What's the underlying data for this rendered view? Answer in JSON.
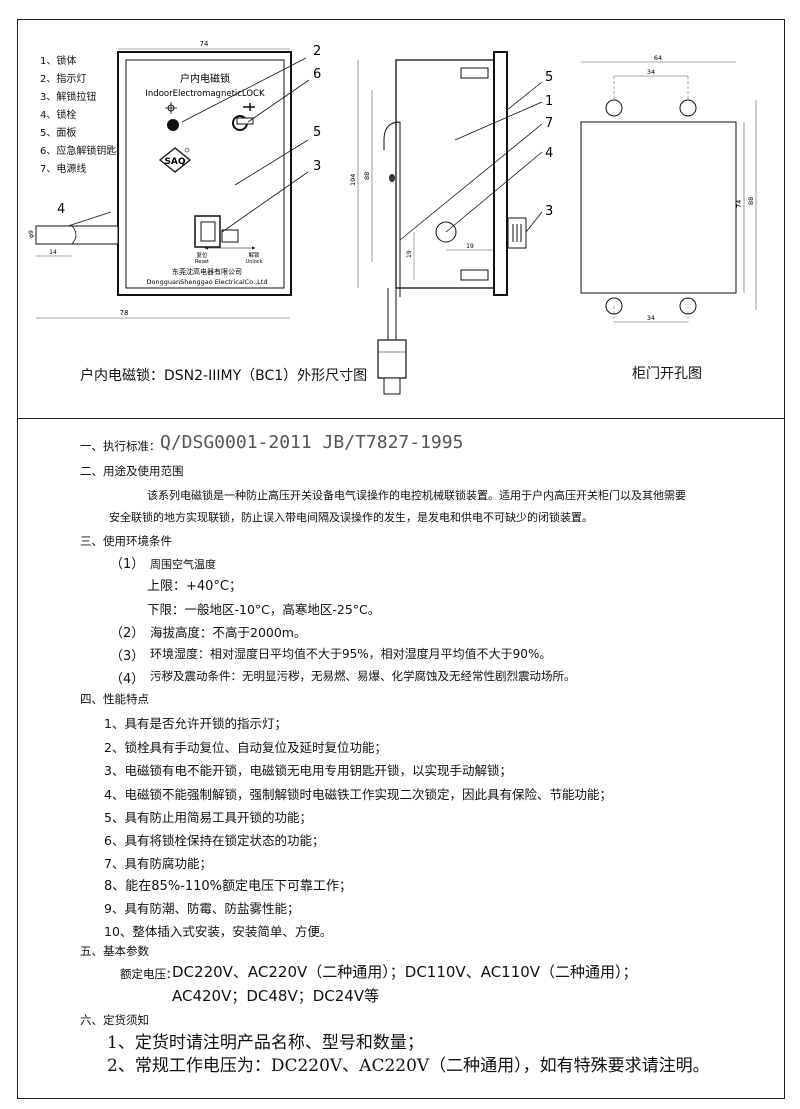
{
  "legend": [
    "1、锁体",
    "2、指示灯",
    "3、解锁拉钮",
    "4、锁栓",
    "5、面板",
    "6、应急解锁钥匙孔",
    "7、电源线"
  ],
  "panel": {
    "title_cn": "户内电磁锁",
    "title_en": "IndoorElectromagneticLOCK",
    "logo": "SAQ",
    "reset_cn": "复位",
    "reset_en": "Reset",
    "unlock_cn": "解锁",
    "unlock_en": "Unlock",
    "maker_cn": "东莞沈高电器有限公司",
    "maker_en": "DongguanShenggao ElectricalCo.,Ltd"
  },
  "callouts": {
    "n1": "1",
    "n2": "2",
    "n3": "3",
    "n4": "4",
    "n5": "5",
    "n6": "6",
    "n7": "7"
  },
  "dims": {
    "front_width": "74",
    "front_total_width": "78",
    "bolt_dia": "φ9",
    "bolt_len": "14",
    "side_height_outer": "104",
    "side_height_inner": "88",
    "side_19_v": "19",
    "side_19_h": "19",
    "cut_width": "64",
    "cut_hole_spacing_top": "34",
    "cut_hole_spacing_bottom": "34",
    "cut_height_inner": "74",
    "cut_height_outer": "88"
  },
  "captions": {
    "main": "户内电磁锁：DSN2-IIIMY（BC1）外形尺寸图",
    "cutout": "柜门开孔图"
  },
  "spec": {
    "s1_label": "一、执行标准：",
    "s1_value": "Q/DSG0001-2011    JB/T7827-1995",
    "s2_title": "二、用途及使用范围",
    "s2_p1": "该系列电磁锁是一种防止高压开关设备电气误操作的电控机械联锁装置。适用于户内高压开关柜门以及其他需要",
    "s2_p2": "安全联锁的地方实现联锁，防止误入带电间隔及误操作的发生，是发电和供电不可缺少的闭锁装置。",
    "s3_title": "三、使用环境条件",
    "s3_1_num": "（1）",
    "s3_1_title": "周围空气温度",
    "s3_1_upper": "上限：+40°C；",
    "s3_1_lower": "下限：一般地区-10°C，高寒地区-25°C。",
    "s3_2_num": "（2）",
    "s3_2": "海拔高度：不高于2000m。",
    "s3_3_num": "（3）",
    "s3_3": "环境湿度：相对湿度日平均值不大于95%，相对湿度月平均值不大于90%。",
    "s3_4_num": "（4）",
    "s3_4": "污秽及震动条件：无明显污秽，无易燃、易爆、化学腐蚀及无经常性剧烈震动场所。",
    "s4_title": "四、性能特点",
    "features": [
      "1、具有是否允许开锁的指示灯；",
      "2、锁栓具有手动复位、自动复位及延时复位功能；",
      "3、电磁锁有电不能开锁，电磁锁无电用专用钥匙开锁，以实现手动解锁；",
      "4、电磁锁不能强制解锁，强制解锁时电磁铁工作实现二次锁定，因此具有保险、节能功能；",
      "5、具有防止用简易工具开锁的功能；",
      "6、具有将锁栓保持在锁定状态的功能；",
      "7、具有防腐功能；",
      "8、能在85%-110%额定电压下可靠工作；",
      "9、具有防潮、防霉、防盐雾性能；",
      "10、整体插入式安装，安装简单、方便。"
    ],
    "s5_title": "五、基本参数",
    "s5_label": "额定电压：",
    "s5_line1": "DC220V、AC220V（二种通用）；DC110V、AC110V（二种通用）；",
    "s5_line2": "AC420V；DC48V；DC24V等",
    "s6_title": "六、定货须知",
    "s6_1": "1、定货时请注明产品名称、型号和数量；",
    "s6_2": "2、常规工作电压为：DC220V、AC220V（二种通用），如有特殊要求请注明。"
  }
}
